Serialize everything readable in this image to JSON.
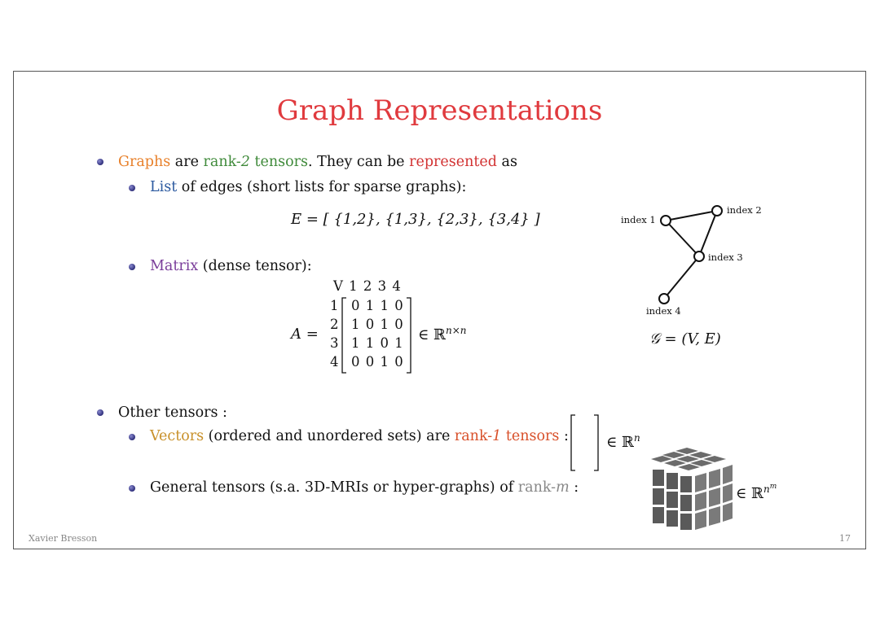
{
  "title": "Graph Representations",
  "bullet1": {
    "graphs": "Graphs",
    "are": " are ",
    "rank2": "rank-",
    "rank2num": "2",
    "tensors": " tensors",
    "rest": ". They can be ",
    "represented": "represented",
    "as": " as"
  },
  "list_item": {
    "list": "List",
    "rest": " of edges (short lists for sparse graphs):"
  },
  "edge_eq": "E = [ {1,2}, {1,3}, {2,3}, {3,4} ]",
  "matrix_item": {
    "matrix": "Matrix",
    "rest": " (dense tensor):"
  },
  "matrix": {
    "header": "V 1 2 3 4",
    "row_labels": [
      "1",
      "2",
      "3",
      "4"
    ],
    "rows": [
      "0 1 1 0",
      "1 0 1 0",
      "1 1 0 1",
      "0 0 1 0"
    ],
    "lhs": "A =",
    "membership": "∈ ℝ",
    "superscript": "n×n"
  },
  "graph": {
    "nodes": [
      "index 1",
      "index 2",
      "index 3",
      "index 4"
    ],
    "caption": "𝒢 = (V, E)"
  },
  "bullet2": "Other tensors :",
  "vectors_item": {
    "vectors": "Vectors",
    "rest": " (ordered and unordered sets) are ",
    "rank": "rank-",
    "ranknum": "1",
    "tensors": " tensors",
    "colon": " :"
  },
  "vector_membership": "∈ ℝ",
  "vector_sup": "n",
  "general_item": {
    "text": "General tensors (s.a. 3D-MRIs or hyper-graphs) of ",
    "rank": "rank-",
    "m": "m",
    "colon": " :"
  },
  "cube_membership": "∈ ℝ",
  "cube_sup_base": "n",
  "cube_sup_exp": "m",
  "footer": {
    "author": "Xavier Bresson",
    "page": "17"
  },
  "colors": {
    "title": "#e03a3e",
    "graphs": "#e8802a",
    "rank2": "#3f8a3a",
    "represented": "#d23232",
    "list": "#2c5aa0",
    "matrix": "#7a3d9a",
    "vectors": "#c8902a",
    "rank1": "#d8502a"
  }
}
